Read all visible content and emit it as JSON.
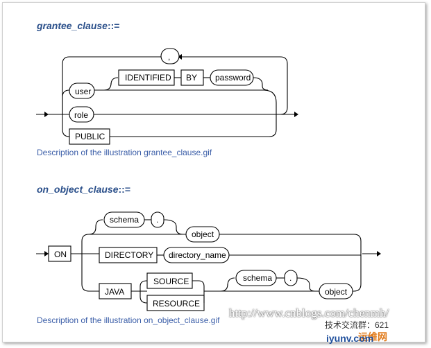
{
  "grantee": {
    "heading": "grantee_clause",
    "symbol": "::=",
    "caption": "Description of the illustration grantee_clause.gif",
    "comma": ",",
    "user": "user",
    "identified": "IDENTIFIED",
    "by": "BY",
    "password": "password",
    "role": "role",
    "public": "PUBLIC"
  },
  "on_object": {
    "heading": "on_object_clause",
    "symbol": "::=",
    "caption": "Description of the illustration on_object_clause.gif",
    "on": "ON",
    "schema": "schema",
    "dot": ".",
    "object": "object",
    "directory": "DIRECTORY",
    "directory_name": "directory_name",
    "java": "JAVA",
    "source": "SOURCE",
    "resource": "RESOURCE"
  },
  "watermark": {
    "url": "http://www.cnblogs.com/chenmh/",
    "text": "技术交流群：621",
    "logo": "运维网",
    "site": "iyunv.com"
  }
}
